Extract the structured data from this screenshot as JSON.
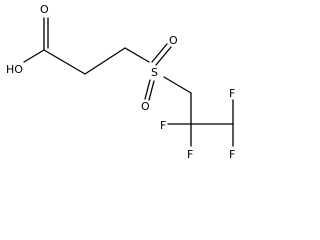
{
  "molecule": {
    "atoms": {
      "hydroxyl": "HO",
      "carbonyl_oxygen": "O",
      "sulfur": "S",
      "sulfonyl_oxygen_top": "O",
      "sulfonyl_oxygen_bottom": "O",
      "fluorine_c2_left": "F",
      "fluorine_c2_bottom": "F",
      "fluorine_c3_top": "F",
      "fluorine_c3_bottom": "F"
    }
  }
}
